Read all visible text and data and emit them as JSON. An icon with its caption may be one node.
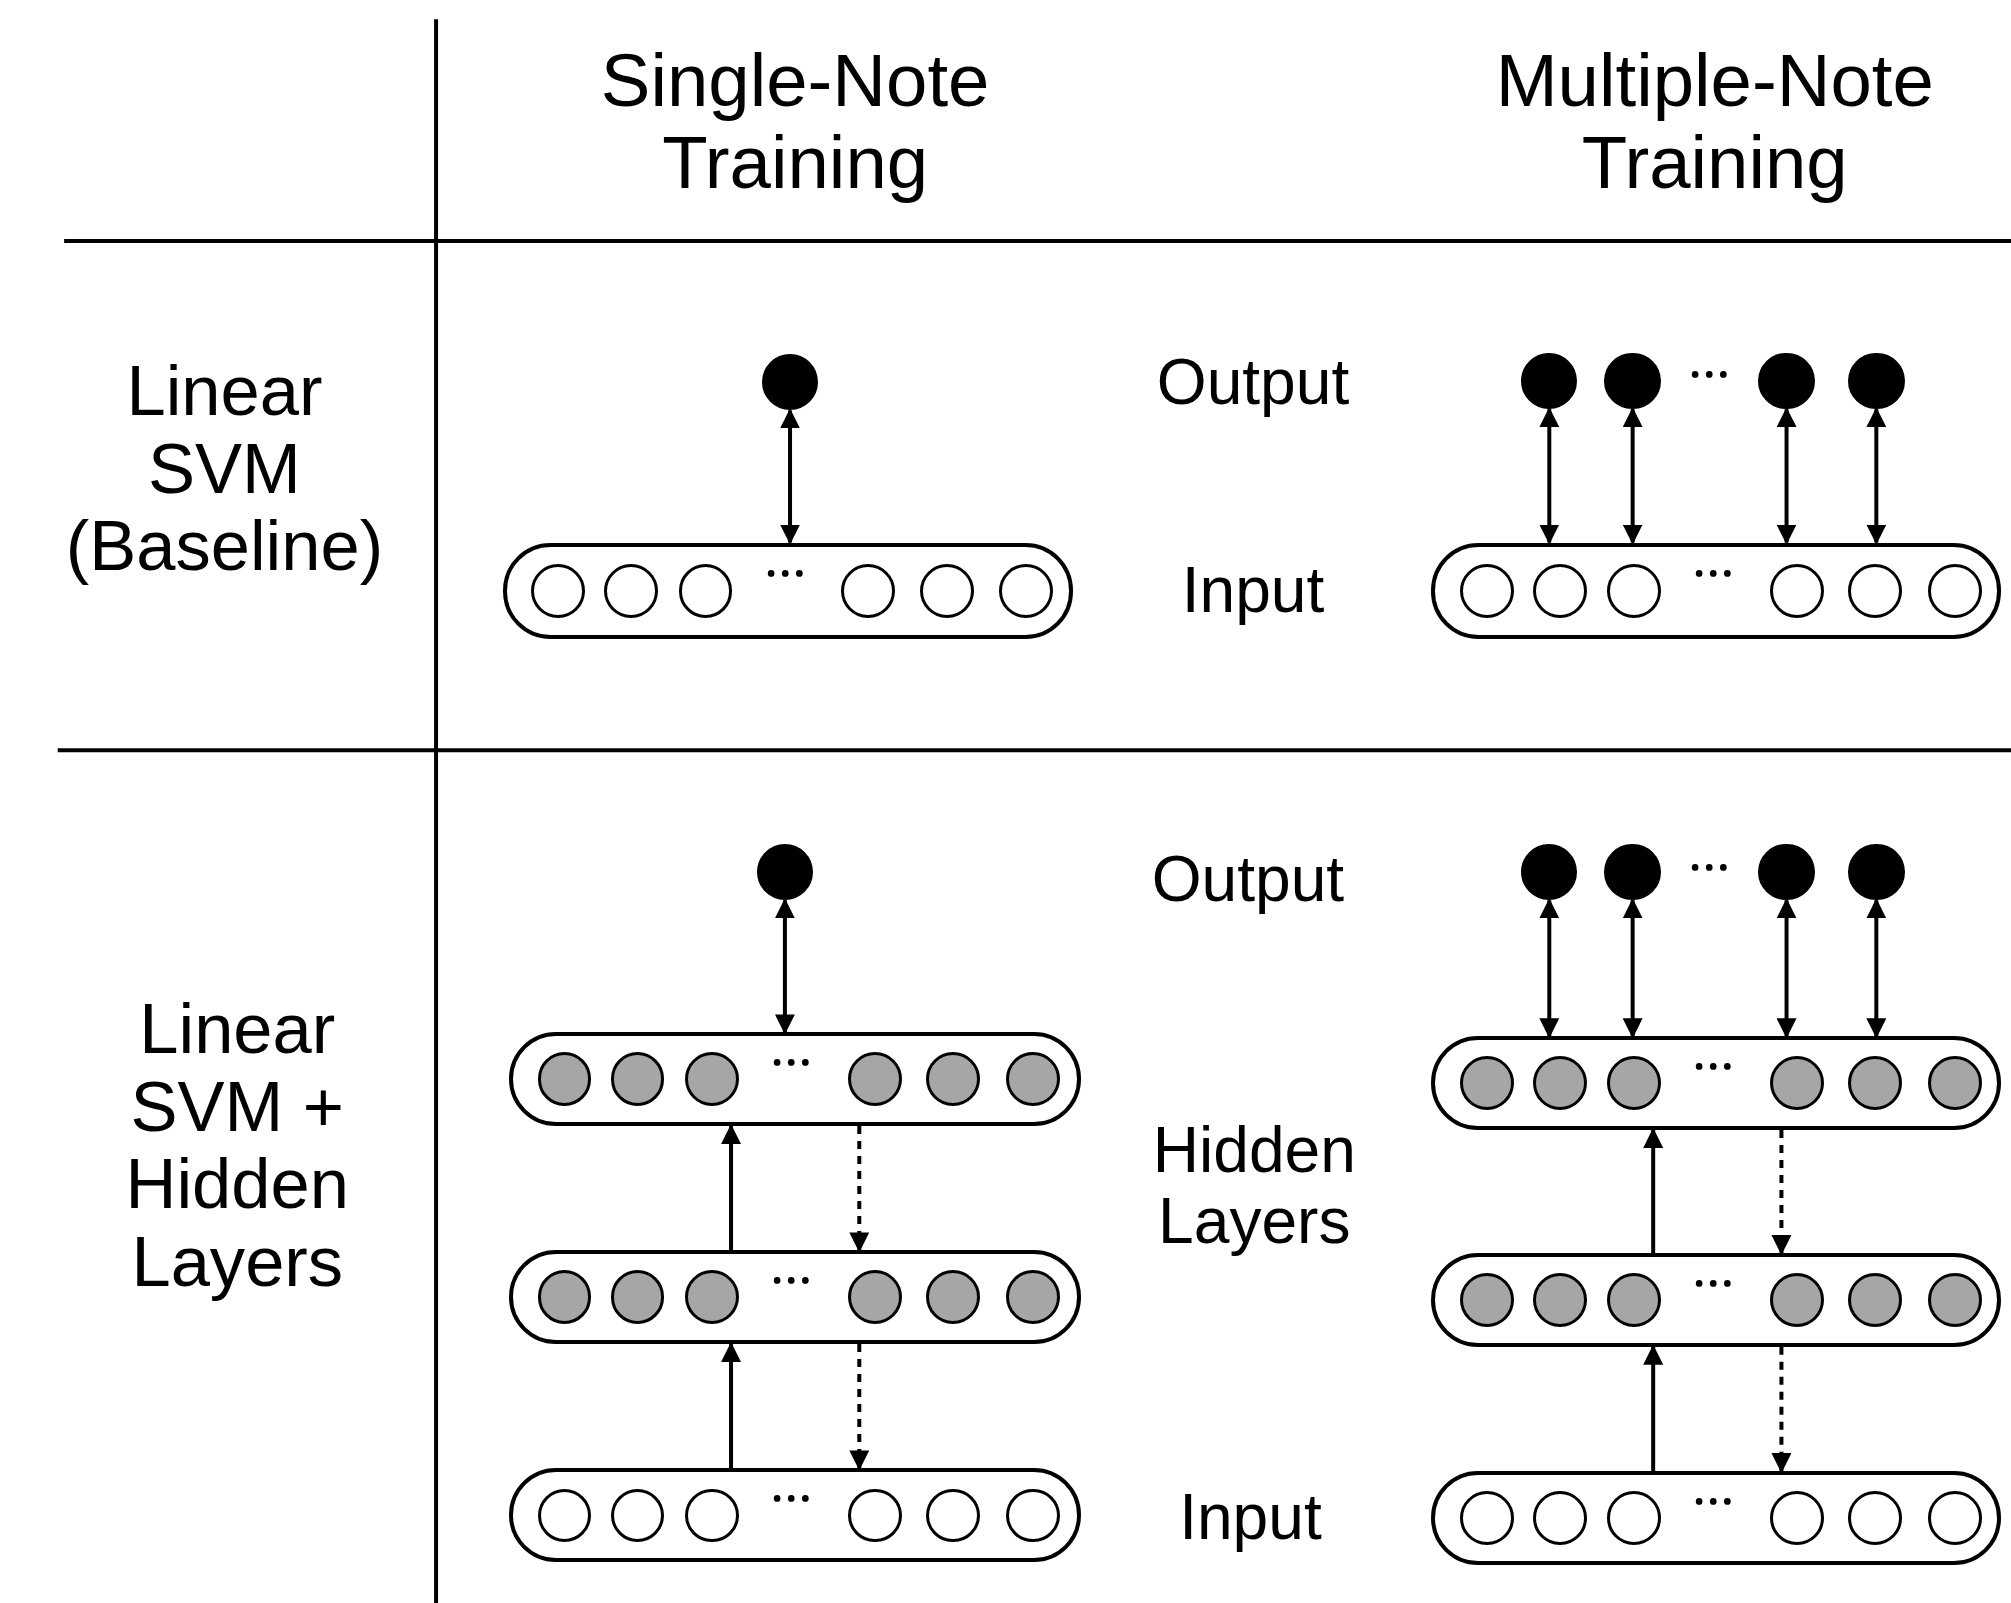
{
  "diagram": {
    "nodes": [
      {
        "text": [],
        "shape": "circle"
      },
      {
        "text": [],
        "shape": "circle"
      },
      {
        "text": [],
        "shape": "circle"
      },
      {
        "text": [],
        "shape": "circle"
      },
      {
        "text": [],
        "shape": "circle"
      },
      {
        "text": [],
        "shape": "box"
      },
      {
        "text": [],
        "shape": "circle",
        "in": 5
      },
      {
        "text": [],
        "shape": "circle",
        "in": 5
      },
      {
        "text": [],
        "shape": "circle",
        "in": 5
      },
      {
        "text": [],
        "shape": "circle",
        "in": 5
      },
      {
        "text": [],
        "shape": "circle",
        "in": 5
      },
      {
        "text": [],
        "shape": "circle",
        "in": 5
      },
      {
        "text": [],
        "shape": "box"
      },
      {
        "text": [],
        "shape": "circle",
        "in": 12
      },
      {
        "text": [],
        "shape": "circle",
        "in": 12
      },
      {
        "text": [],
        "shape": "circle",
        "in": 12
      },
      {
        "text": [],
        "shape": "circle",
        "in": 12
      },
      {
        "text": [],
        "shape": "circle",
        "in": 12
      },
      {
        "text": [],
        "shape": "circle",
        "in": 12
      },
      {
        "text": [],
        "shape": "circle"
      },
      {
        "text": [],
        "shape": "circle"
      },
      {
        "text": [],
        "shape": "circle"
      },
      {
        "text": [],
        "shape": "circle"
      },
      {
        "text": [],
        "shape": "circle"
      },
      {
        "text": [],
        "shape": "box"
      },
      {
        "text": [],
        "shape": "circle",
        "in": 24
      },
      {
        "text": [],
        "shape": "circle",
        "in": 24
      },
      {
        "text": [],
        "shape": "circle",
        "in": 24
      },
      {
        "text": [],
        "shape": "circle",
        "in": 24
      },
      {
        "text": [],
        "shape": "circle",
        "in": 24
      },
      {
        "text": [],
        "shape": "circle",
        "in": 24
      },
      {
        "text": [],
        "shape": "box"
      },
      {
        "text": [],
        "shape": "circle",
        "in": 31
      },
      {
        "text": [],
        "shape": "circle",
        "in": 31
      },
      {
        "text": [],
        "shape": "circle",
        "in": 31
      },
      {
        "text": [],
        "shape": "circle",
        "in": 31
      },
      {
        "text": [],
        "shape": "circle",
        "in": 31
      },
      {
        "text": [],
        "shape": "circle",
        "in": 31
      },
      {
        "text": [],
        "shape": "box"
      },
      {
        "text": [],
        "shape": "circle",
        "in": 38
      },
      {
        "text": [],
        "shape": "circle",
        "in": 38
      },
      {
        "text": [],
        "shape": "circle",
        "in": 38
      },
      {
        "text": [],
        "shape": "circle",
        "in": 38
      },
      {
        "text": [],
        "shape": "circle",
        "in": 38
      },
      {
        "text": [],
        "shape": "circle",
        "in": 38
      },
      {
        "text": [],
        "shape": "box"
      },
      {
        "text": [],
        "shape": "circle",
        "in": 45
      },
      {
        "text": [],
        "shape": "circle",
        "in": 45
      },
      {
        "text": [],
        "shape": "circle",
        "in": 45
      },
      {
        "text": [],
        "shape": "circle",
        "in": 45
      },
      {
        "text": [],
        "shape": "circle",
        "in": 45
      },
      {
        "text": [],
        "shape": "circle",
        "in": 45
      },
      {
        "text": [],
        "shape": "box"
      },
      {
        "text": [],
        "shape": "circle",
        "in": 52
      },
      {
        "text": [],
        "shape": "circle",
        "in": 52
      },
      {
        "text": [],
        "shape": "circle",
        "in": 52
      },
      {
        "text": [],
        "shape": "circle",
        "in": 52
      },
      {
        "text": [],
        "shape": "circle",
        "in": 52
      },
      {
        "text": [],
        "shape": "circle",
        "in": 52
      },
      {
        "text": [],
        "shape": "box"
      },
      {
        "text": [],
        "shape": "circle",
        "in": 59
      },
      {
        "text": [],
        "shape": "circle",
        "in": 59
      },
      {
        "text": [],
        "shape": "circle",
        "in": 59
      },
      {
        "text": [],
        "shape": "circle",
        "in": 59
      },
      {
        "text": [],
        "shape": "circle",
        "in": 59
      },
      {
        "text": [],
        "shape": "circle",
        "in": 59
      }
    ],
    "edges": [
      {
        "from": 0,
        "to": 5,
        "arrow": "both"
      },
      {
        "from": 1,
        "to": 12,
        "arrow": "both"
      },
      {
        "from": 2,
        "to": 12,
        "arrow": "both"
      },
      {
        "from": 3,
        "to": 12,
        "arrow": "both"
      },
      {
        "from": 4,
        "to": 12,
        "arrow": "both"
      },
      {
        "from": 19,
        "to": 24,
        "arrow": "both"
      },
      {
        "from": 20,
        "to": 31,
        "arrow": "both"
      },
      {
        "from": 21,
        "to": 31,
        "arrow": "both"
      },
      {
        "from": 22,
        "to": 31,
        "arrow": "both"
      },
      {
        "from": 23,
        "to": 31,
        "arrow": "both"
      },
      {
        "from": 52,
        "to": 38,
        "arrow": "to"
      },
      {
        "from": 38,
        "to": 24,
        "arrow": "to"
      },
      {
        "from": 24,
        "to": 38,
        "arrow": "to",
        "style": "dashed"
      },
      {
        "from": 38,
        "to": 52,
        "arrow": "to",
        "style": "dashed"
      },
      {
        "from": 59,
        "to": 45,
        "arrow": "to"
      },
      {
        "from": 45,
        "to": 31,
        "arrow": "to"
      },
      {
        "from": 31,
        "to": 45,
        "arrow": "to",
        "style": "dashed"
      },
      {
        "from": 45,
        "to": 59,
        "arrow": "to",
        "style": "dashed"
      }
    ],
    "labels": [
      "Single-Note Training",
      "Multiple-Note Training",
      "Linear SVM (Baseline)",
      "Output",
      "Input",
      "Linear SVM + Hidden Layers",
      "Output",
      "Hidden Layers",
      "Input"
    ]
  }
}
